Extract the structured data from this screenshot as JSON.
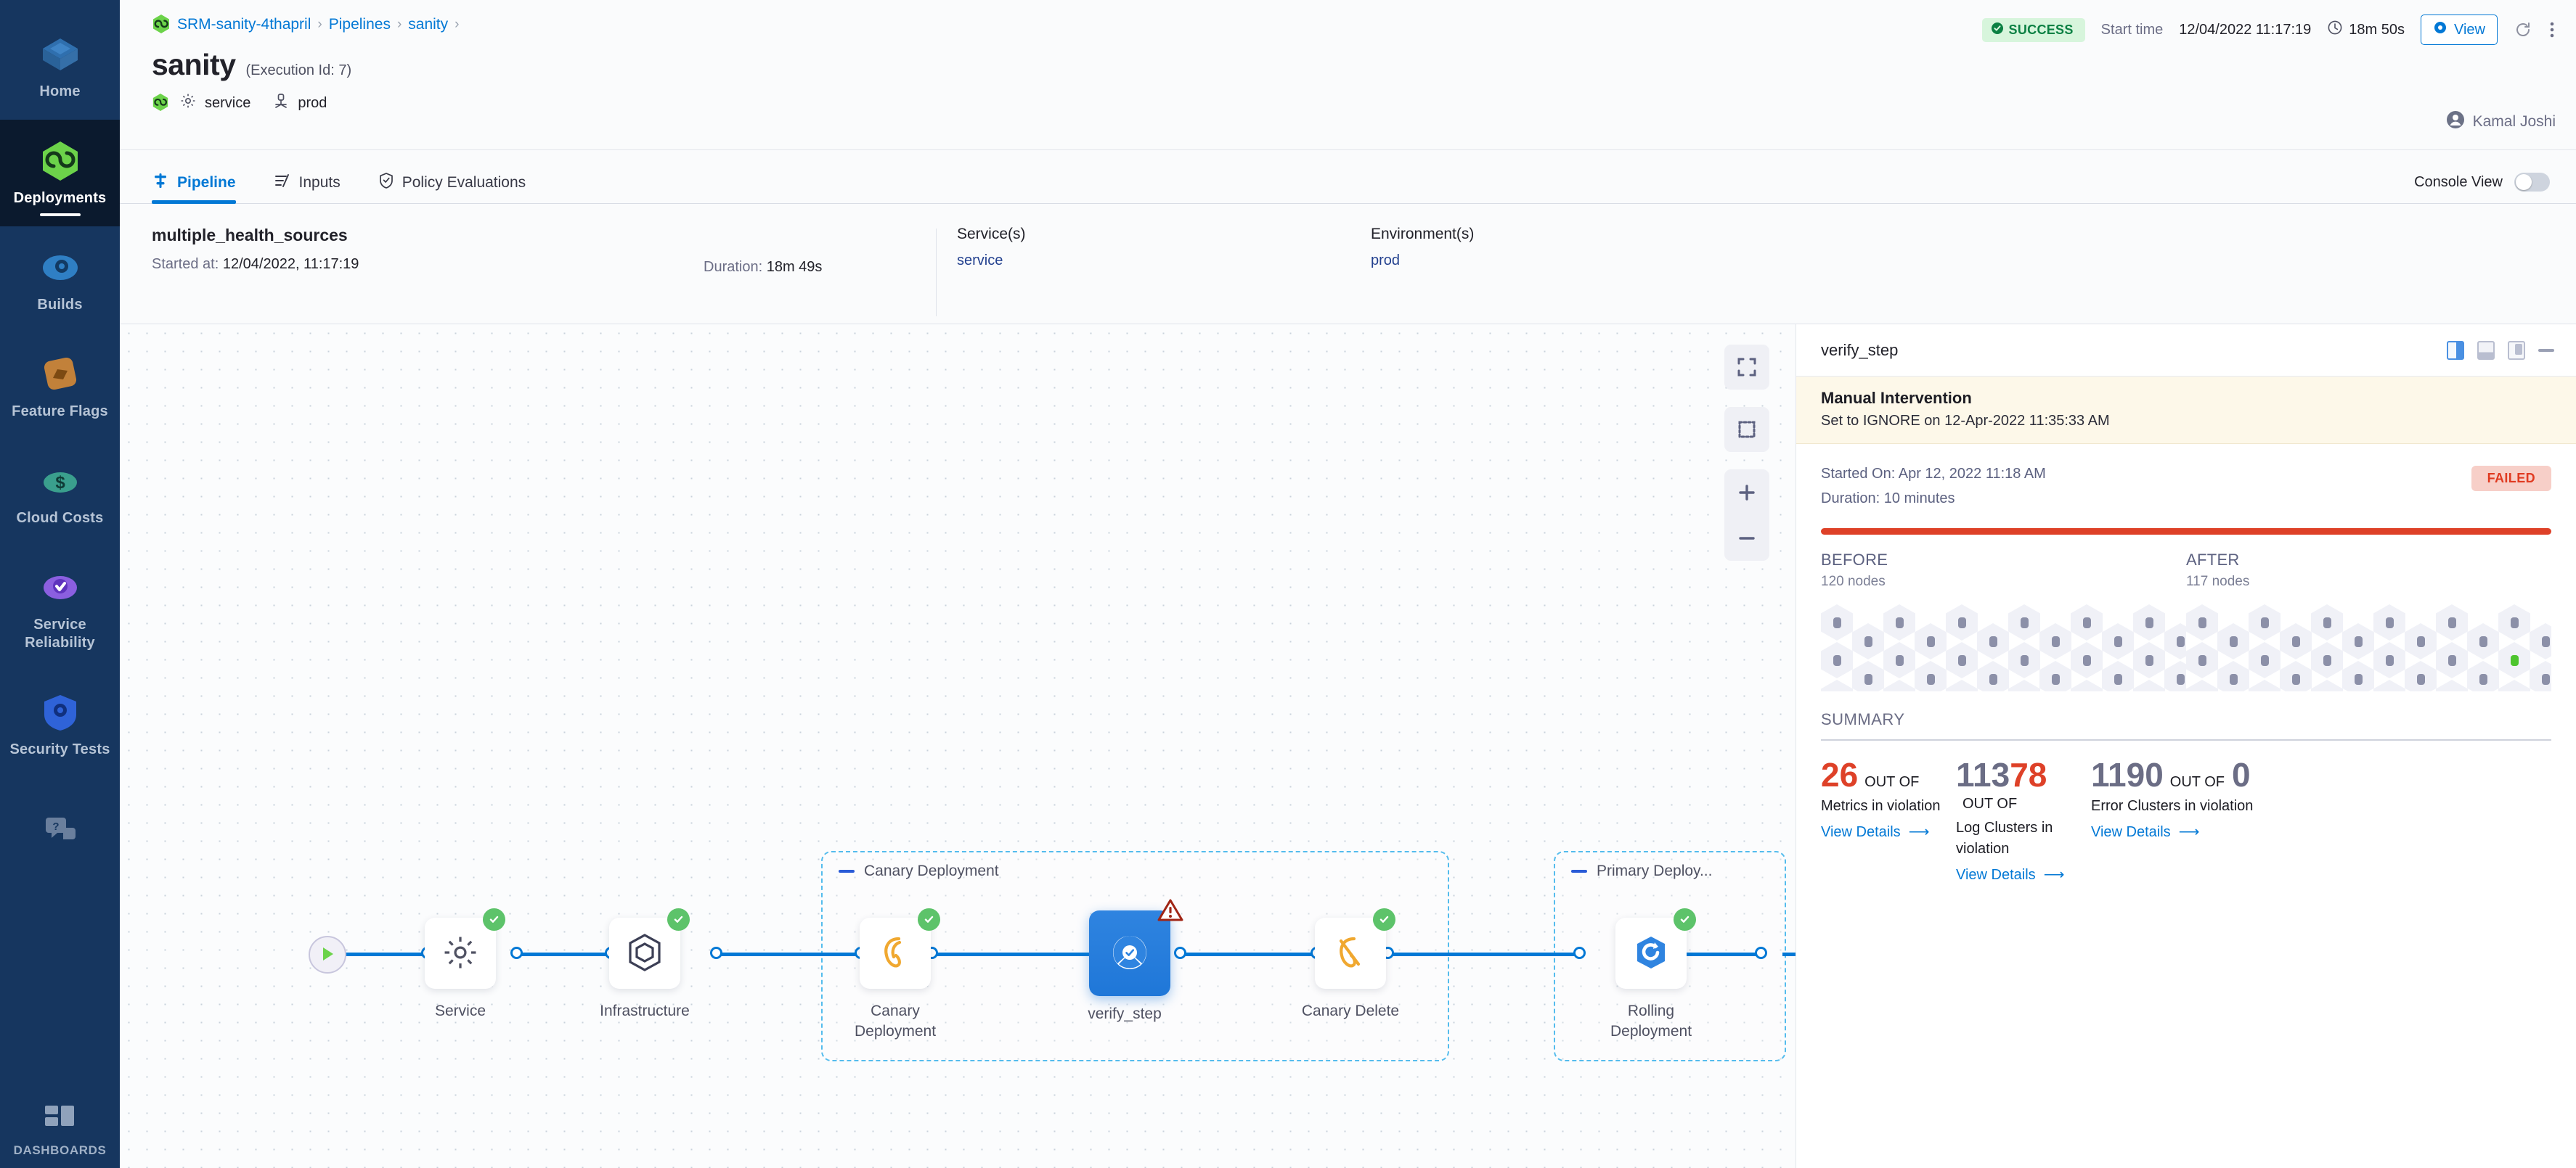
{
  "sidebar": {
    "items": [
      {
        "label": "Home",
        "icon": "home-cube-icon",
        "active": false
      },
      {
        "label": "Deployments",
        "icon": "deployments-hex-icon",
        "active": true
      },
      {
        "label": "Builds",
        "icon": "builds-icon",
        "active": false
      },
      {
        "label": "Feature Flags",
        "icon": "feature-flags-icon",
        "active": false
      },
      {
        "label": "Cloud Costs",
        "icon": "cloud-costs-icon",
        "active": false
      },
      {
        "label": "Service Reliability",
        "icon": "service-reliability-icon",
        "active": false
      },
      {
        "label": "Security Tests",
        "icon": "security-tests-icon",
        "active": false
      }
    ],
    "help_icon": "help-chat-icon",
    "dashboards_label": "DASHBOARDS",
    "dashboards_icon": "dashboards-grid-icon"
  },
  "header": {
    "breadcrumbs": [
      "SRM-sanity-4thapril",
      "Pipelines",
      "sanity"
    ],
    "project_icon": "harness-hex-icon",
    "title": "sanity",
    "execution_id": "(Execution Id: 7)",
    "service_chip": {
      "icon": "gear-icon",
      "label": "service"
    },
    "env_chip": {
      "icon": "environment-icon",
      "label": "prod"
    },
    "status": "SUCCESS",
    "start_time_label": "Start time",
    "start_time_value": "12/04/2022 11:17:19",
    "duration": "18m 50s",
    "view_button": "View",
    "refresh_icon": "refresh-icon",
    "more_icon": "more-vertical-icon",
    "user": "Kamal Joshi",
    "user_icon": "avatar-icon"
  },
  "tabs": [
    {
      "label": "Pipeline",
      "icon": "pipeline-icon",
      "active": true
    },
    {
      "label": "Inputs",
      "icon": "inputs-icon",
      "active": false
    },
    {
      "label": "Policy Evaluations",
      "icon": "policy-shield-icon",
      "active": false
    }
  ],
  "console_view": {
    "label": "Console View",
    "enabled": false
  },
  "exec_info": {
    "name": "multiple_health_sources",
    "started_label": "Started at:",
    "started_value": "12/04/2022, 11:17:19",
    "duration_label": "Duration:",
    "duration_value": "18m 49s",
    "services_label": "Service(s)",
    "services_value": "service",
    "environments_label": "Environment(s)",
    "environments_value": "prod"
  },
  "graph": {
    "controls": [
      {
        "name": "fit-screen-icon"
      },
      {
        "name": "select-area-icon"
      },
      {
        "name": "zoom-in-icon"
      },
      {
        "name": "zoom-out-icon"
      }
    ],
    "start_icon": "play-icon",
    "end_icon": "stop-icon",
    "nodes": [
      {
        "id": "service",
        "label": "Service",
        "icon": "gear-icon",
        "status": "success",
        "selected": false
      },
      {
        "id": "infrastructure",
        "label": "Infrastructure",
        "icon": "infrastructure-hex-icon",
        "status": "success",
        "selected": false
      },
      {
        "id": "canary_deployment",
        "label": "Canary Deployment",
        "icon": "canary-bird-icon",
        "status": "success",
        "selected": false
      },
      {
        "id": "verify_step",
        "label": "verify_step",
        "icon": "verify-icon",
        "status": "warning",
        "selected": true
      },
      {
        "id": "canary_delete",
        "label": "Canary Delete",
        "icon": "canary-delete-icon",
        "status": "success",
        "selected": false
      },
      {
        "id": "rolling_deployment",
        "label": "Rolling Deployment",
        "icon": "rolling-deployment-icon",
        "status": "success",
        "selected": false
      }
    ],
    "groups": [
      {
        "label": "Canary Deployment"
      },
      {
        "label": "Primary Deploy..."
      }
    ]
  },
  "panel": {
    "title": "verify_step",
    "layout_icons": [
      "layout-split-right-icon",
      "layout-split-bottom-icon",
      "layout-float-icon",
      "minimize-icon"
    ],
    "banner": {
      "title": "Manual Intervention",
      "subtitle": "Set to IGNORE on 12-Apr-2022 11:35:33 AM"
    },
    "started_on": "Started On: Apr 12, 2022 11:18 AM",
    "duration": "Duration: 10 minutes",
    "status": "FAILED",
    "before": {
      "heading": "BEFORE",
      "sub": "120 nodes"
    },
    "after": {
      "heading": "AFTER",
      "sub": "117 nodes"
    },
    "summary_heading": "SUMMARY",
    "stats": [
      {
        "value": "26",
        "value_color": "red",
        "out_of": "OUT OF",
        "total": "",
        "caption": "Metrics in violation",
        "link": "View Details"
      },
      {
        "value": "113",
        "value_color": "grey",
        "value2": "78",
        "value2_color": "red",
        "out_of": "OUT OF",
        "caption": "Log Clusters in violation",
        "link": "View Details"
      },
      {
        "value": "1190",
        "value_color": "grey",
        "out_of": "OUT OF",
        "total": "0",
        "total_color": "grey",
        "caption": "Error Clusters in violation",
        "link": "View Details"
      }
    ]
  },
  "colors": {
    "accent_blue": "#0278d5",
    "success_green": "#5dc36a",
    "fail_red": "#de4128",
    "sidebar_bg": "#16365f",
    "warn_amber": "#fdf8e9"
  },
  "hex_before": {
    "cols": 12,
    "rows": 5,
    "node_color": "#8c90a8",
    "highlights": []
  },
  "hex_after": {
    "cols": 12,
    "rows": 5,
    "node_color": "#8c90a8",
    "highlights": [
      {
        "row": 1,
        "col": 10,
        "color": "green"
      },
      {
        "row": 2,
        "col": 1,
        "color": "red"
      },
      {
        "row": 2,
        "col": 3,
        "color": "red"
      },
      {
        "row": 4,
        "col": 5,
        "color": "red"
      }
    ]
  }
}
